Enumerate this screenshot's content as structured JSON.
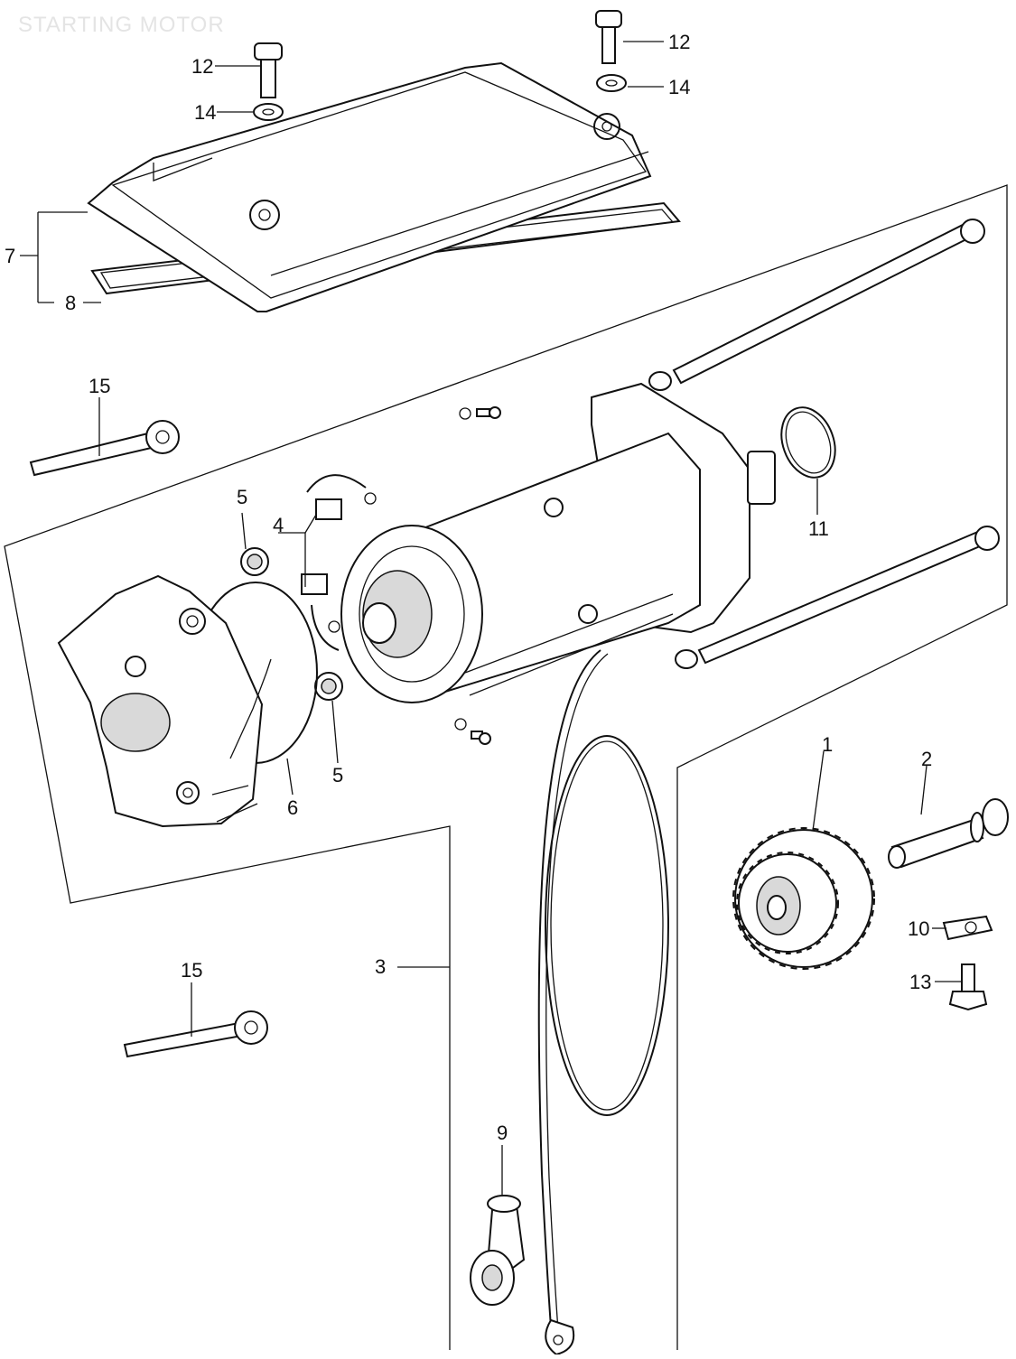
{
  "watermark": "STARTING MOTOR",
  "callouts": {
    "c1": "1",
    "c2": "2",
    "c3": "3",
    "c4": "4",
    "c5a": "5",
    "c5b": "5",
    "c6": "6",
    "c7": "7",
    "c8": "8",
    "c9": "9",
    "c10": "10",
    "c11": "11",
    "c12a": "12",
    "c12b": "12",
    "c13": "13",
    "c14a": "14",
    "c14b": "14",
    "c15a": "15",
    "c15b": "15"
  }
}
